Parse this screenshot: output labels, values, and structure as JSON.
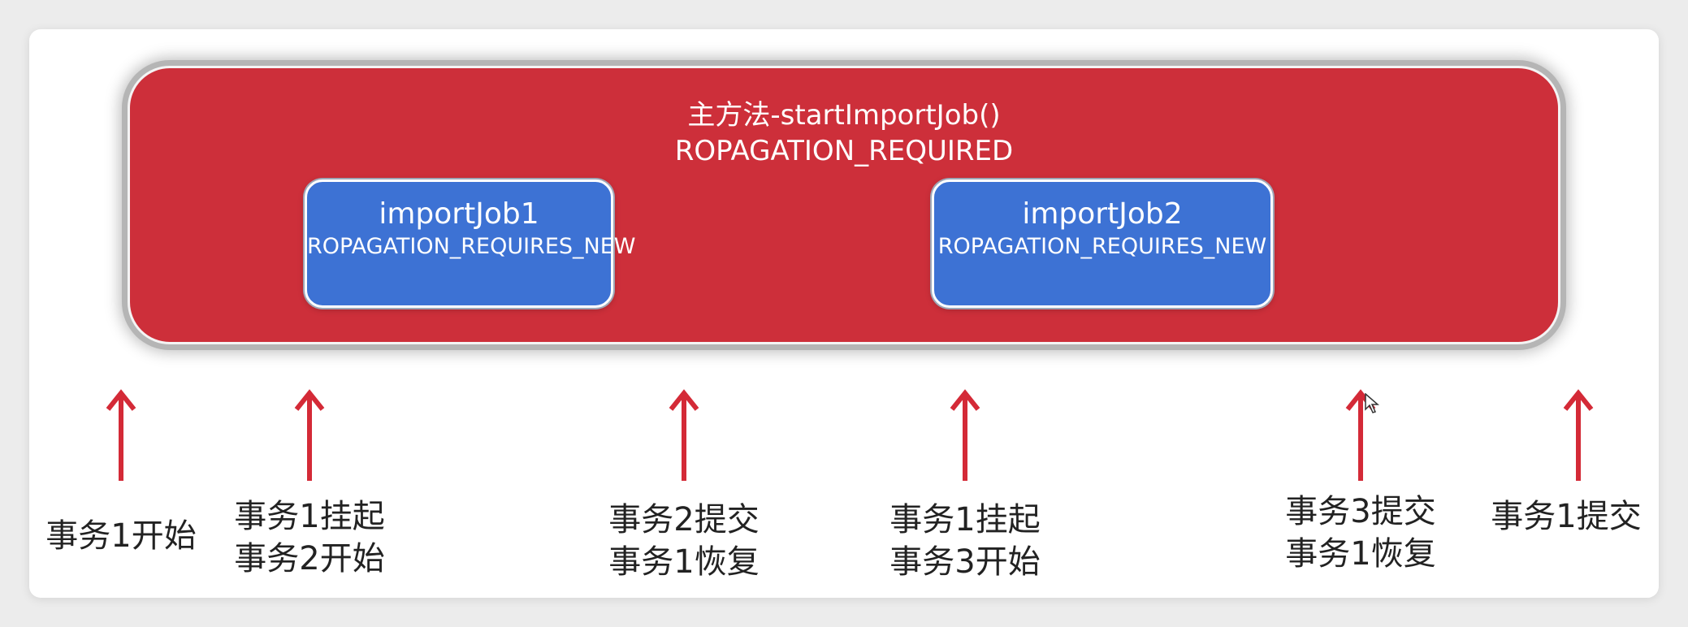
{
  "main": {
    "title": "主方法-startImportJob()",
    "propagation": "ROPAGATION_REQUIRED"
  },
  "jobs": [
    {
      "name": "importJob1",
      "propagation": "ROPAGATION_REQUIRES_NEW"
    },
    {
      "name": "importJob2",
      "propagation": "ROPAGATION_REQUIRES_NEW"
    }
  ],
  "events": [
    {
      "lines": [
        "事务1开始"
      ]
    },
    {
      "lines": [
        "事务1挂起",
        "事务2开始"
      ]
    },
    {
      "lines": [
        "事务2提交",
        "事务1恢复"
      ]
    },
    {
      "lines": [
        "事务1挂起",
        "事务3开始"
      ]
    },
    {
      "lines": [
        "事务3提交",
        "事务1恢复"
      ]
    },
    {
      "lines": [
        "事务1提交"
      ]
    }
  ],
  "colors": {
    "main_box": "#cd2f3a",
    "job_box": "#3d72d4",
    "arrow": "#d42a37",
    "text_light": "#ffffff",
    "text_dark": "#222222"
  },
  "icons": {
    "arrow": "up-arrow-icon",
    "cursor": "mouse-cursor-icon"
  }
}
